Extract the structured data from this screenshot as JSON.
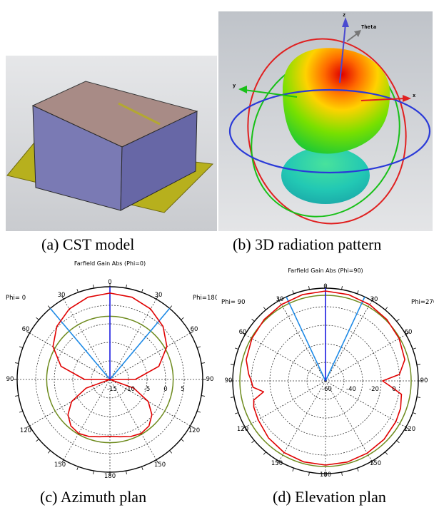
{
  "figure": {
    "panels": [
      {
        "id": "a",
        "caption": "(a) CST model"
      },
      {
        "id": "b",
        "caption": "(b) 3D radiation pattern",
        "axis_labels": {
          "z": "z",
          "x": "x",
          "y": "y",
          "theta": "Theta"
        }
      },
      {
        "id": "c",
        "caption": "(c) Azimuth plan"
      },
      {
        "id": "d",
        "caption": "(d) Elevation plan"
      }
    ]
  },
  "chart_data": [
    {
      "type": "polar",
      "title": "Farfield Gain Abs (Phi=0)",
      "left_label": "Phi=  0",
      "right_label": "Phi=180",
      "angle_ticks": {
        "top": "0",
        "left_upper": "30",
        "right_upper": "30",
        "left_mid": "60",
        "right_mid": "60",
        "left": "90",
        "right": "90",
        "left_lower": "120",
        "right_lower": "120",
        "left_bottom": "150",
        "right_bottom": "150",
        "bottom": "180"
      },
      "radial_ticks": [
        "-15",
        "-10",
        "-5",
        "0",
        "5"
      ],
      "radial_range": [
        -15,
        7
      ],
      "reference_level": 0,
      "beam_lines_deg": [
        -40,
        40
      ],
      "series": [
        {
          "color": "#e00000",
          "theta_deg": [
            0,
            15,
            30,
            45,
            60,
            75,
            90,
            100,
            110,
            120,
            130,
            140,
            150,
            160,
            170,
            180
          ],
          "gain_db": [
            5.5,
            5.2,
            4.3,
            2.8,
            0.6,
            -3.0,
            -9.0,
            -15.0,
            -9.0,
            -4.5,
            -2.0,
            -0.6,
            -0.2,
            -0.6,
            -1.2,
            -1.5
          ]
        }
      ]
    },
    {
      "type": "polar",
      "title": "Farfield Gain Abs (Phi=90)",
      "left_label": "Phi= 90",
      "right_label": "Phi=270",
      "angle_ticks": {
        "top": "0",
        "left_upper": "30",
        "right_upper": "30",
        "left_mid": "60",
        "right_mid": "60",
        "left": "90",
        "right": "90",
        "left_lower": "120",
        "right_lower": "120",
        "left_bottom": "150",
        "right_bottom": "150",
        "bottom": "180"
      },
      "radial_ticks": [
        "-60",
        "-40",
        "-20",
        "0"
      ],
      "radial_range": [
        -60,
        5
      ],
      "reference_level": 0,
      "beam_lines_deg": [
        -25,
        25
      ],
      "series": [
        {
          "color": "#e00000",
          "theta_left_deg": [
            0,
            15,
            30,
            45,
            60,
            75,
            85,
            90,
            95,
            100,
            105,
            110,
            120,
            135,
            150,
            165,
            180
          ],
          "gain_left_db": [
            3.0,
            2.6,
            1.8,
            0.8,
            -0.5,
            -2.5,
            -6.0,
            -8.0,
            -9.0,
            -16.0,
            -8.0,
            -6.5,
            -5.5,
            -3.5,
            -2.0,
            -1.2,
            -1.0
          ],
          "theta_right_deg": [
            0,
            15,
            30,
            45,
            60,
            75,
            85,
            90,
            95,
            100,
            110,
            120,
            135,
            150,
            165,
            180
          ],
          "gain_right_db": [
            3.0,
            2.6,
            1.8,
            0.8,
            -0.5,
            -2.5,
            -8.0,
            -20.0,
            -14.0,
            -6.0,
            -4.0,
            -3.0,
            -2.0,
            -1.5,
            -1.1,
            -1.0
          ]
        }
      ]
    }
  ]
}
